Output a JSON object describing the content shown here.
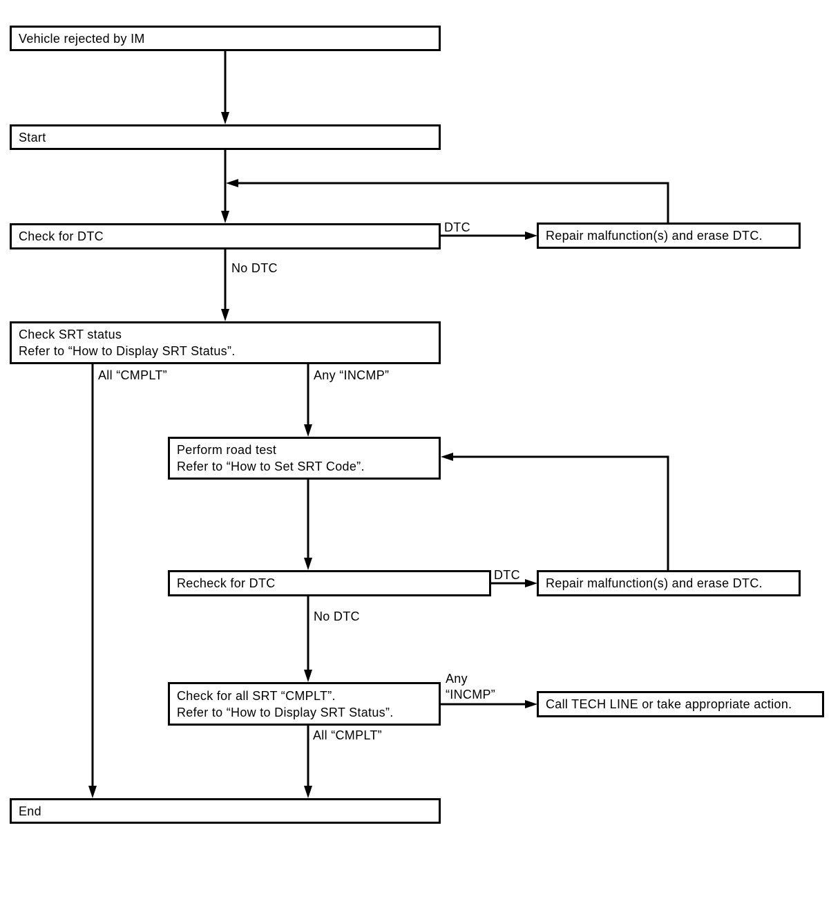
{
  "nodes": {
    "vehicle_rejected": "Vehicle rejected by IM",
    "start": "Start",
    "check_dtc": "Check for DTC",
    "repair_1": "Repair malfunction(s) and erase DTC.",
    "check_srt_line1": "Check SRT status",
    "check_srt_line2": "Refer to “How to Display SRT Status”.",
    "road_test_line1": "Perform road test",
    "road_test_line2": "Refer to “How to Set SRT Code”.",
    "recheck_dtc": "Recheck for DTC",
    "repair_2": "Repair malfunction(s) and erase DTC.",
    "check_all_srt_line1": "Check for all SRT “CMPLT”.",
    "check_all_srt_line2": "Refer to “How to Display SRT Status”.",
    "call_techline": "Call TECH LINE or take appropriate action.",
    "end": "End"
  },
  "edges": {
    "dtc_1": "DTC",
    "no_dtc_1": "No DTC",
    "all_cmplt_1": "All “CMPLT”",
    "any_incmp_1": "Any “INCMP”",
    "dtc_2": "DTC",
    "no_dtc_2": "No DTC",
    "any_incmp_2_line1": "Any",
    "any_incmp_2_line2": "“INCMP”",
    "all_cmplt_2": "All “CMPLT”"
  },
  "colors": {
    "line": "#000000",
    "background": "#ffffff"
  }
}
